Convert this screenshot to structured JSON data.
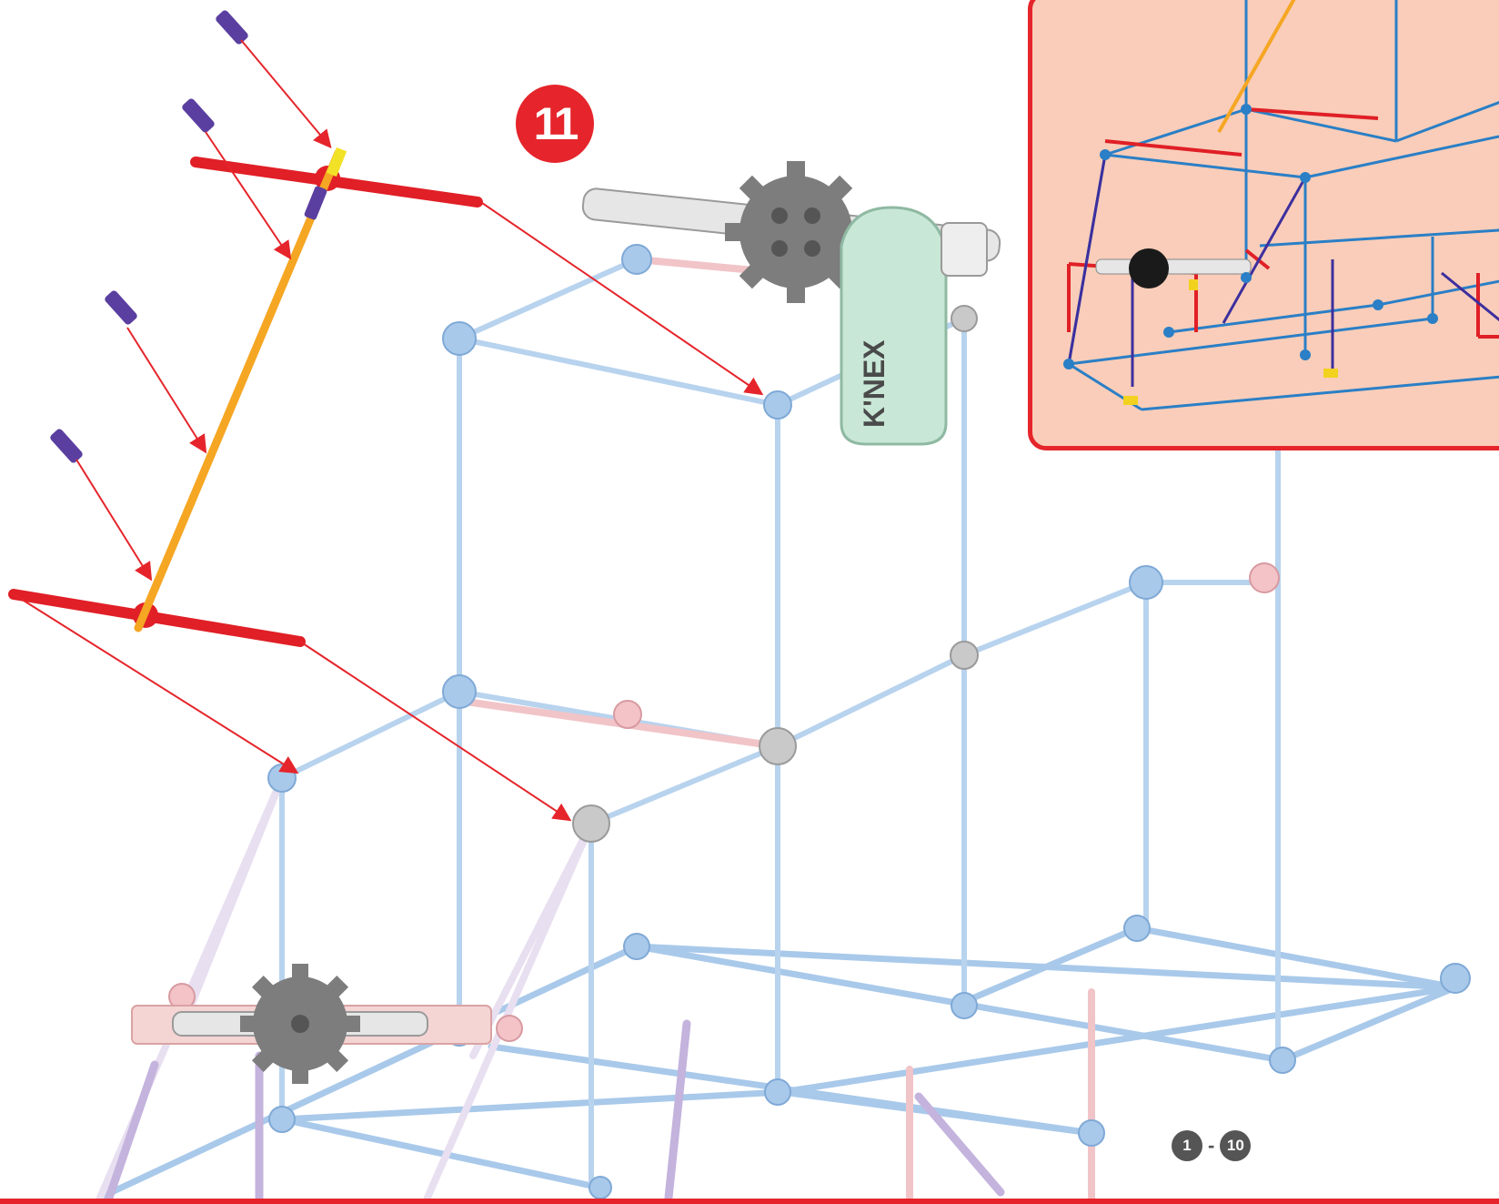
{
  "step": {
    "number": "11"
  },
  "motor": {
    "brand_label": "K'NEX"
  },
  "step_range": {
    "from": "1",
    "separator": "-",
    "to": "10"
  },
  "colors": {
    "accent_red": "#e5252b",
    "inset_background": "#f9cdb9",
    "rod_red": "#e01f26",
    "rod_orange": "#f5a623",
    "connector_purple": "#5a3fa0",
    "frame_blue": "#a9c9ea",
    "gear_grey": "#7d7d7d",
    "motor_green": "#c9e7d6"
  },
  "icons": [
    "gear-icon",
    "motor-icon",
    "arrow-icon"
  ]
}
